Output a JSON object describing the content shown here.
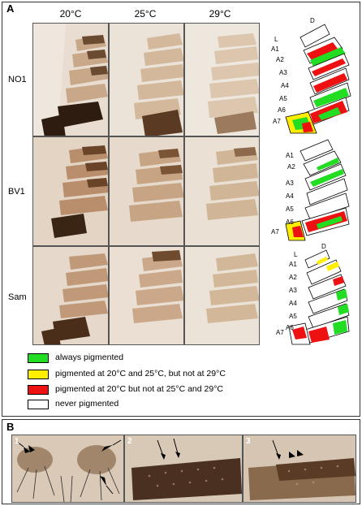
{
  "panelA": {
    "letter": "A",
    "columns": [
      "20°C",
      "25°C",
      "29°C"
    ],
    "rows": [
      "NO1",
      "BV1",
      "Sam"
    ]
  },
  "diagram_labels": {
    "d1": {
      "L": "L",
      "D": "D",
      "A1": "A1",
      "A2": "A2",
      "A3": "A3",
      "A4": "A4",
      "A5": "A5",
      "A6": "A6",
      "A7": "A7"
    },
    "d2": {
      "A1": "A1",
      "A2": "A2",
      "A3": "A3",
      "A4": "A4",
      "A5": "A5",
      "A6": "A6",
      "A7": "A7"
    },
    "d3": {
      "L": "L",
      "D": "D",
      "A1": "A1",
      "A2": "A2",
      "A3": "A3",
      "A4": "A4",
      "A5": "A5",
      "A6": "A6",
      "A7": "A7"
    }
  },
  "legend": [
    {
      "label": "always pigmented",
      "color": "#22dd22"
    },
    {
      "label": "pigmented at 20°C and 25°C, but not at 29°C",
      "color": "#ffee00"
    },
    {
      "label": "pigmented at 20°C but not at 25°C and 29°C",
      "color": "#ee1111"
    },
    {
      "label": "never pigmented",
      "color": "#ffffff"
    }
  ],
  "panelB": {
    "letter": "B",
    "images": [
      "1",
      "2",
      "3"
    ]
  }
}
